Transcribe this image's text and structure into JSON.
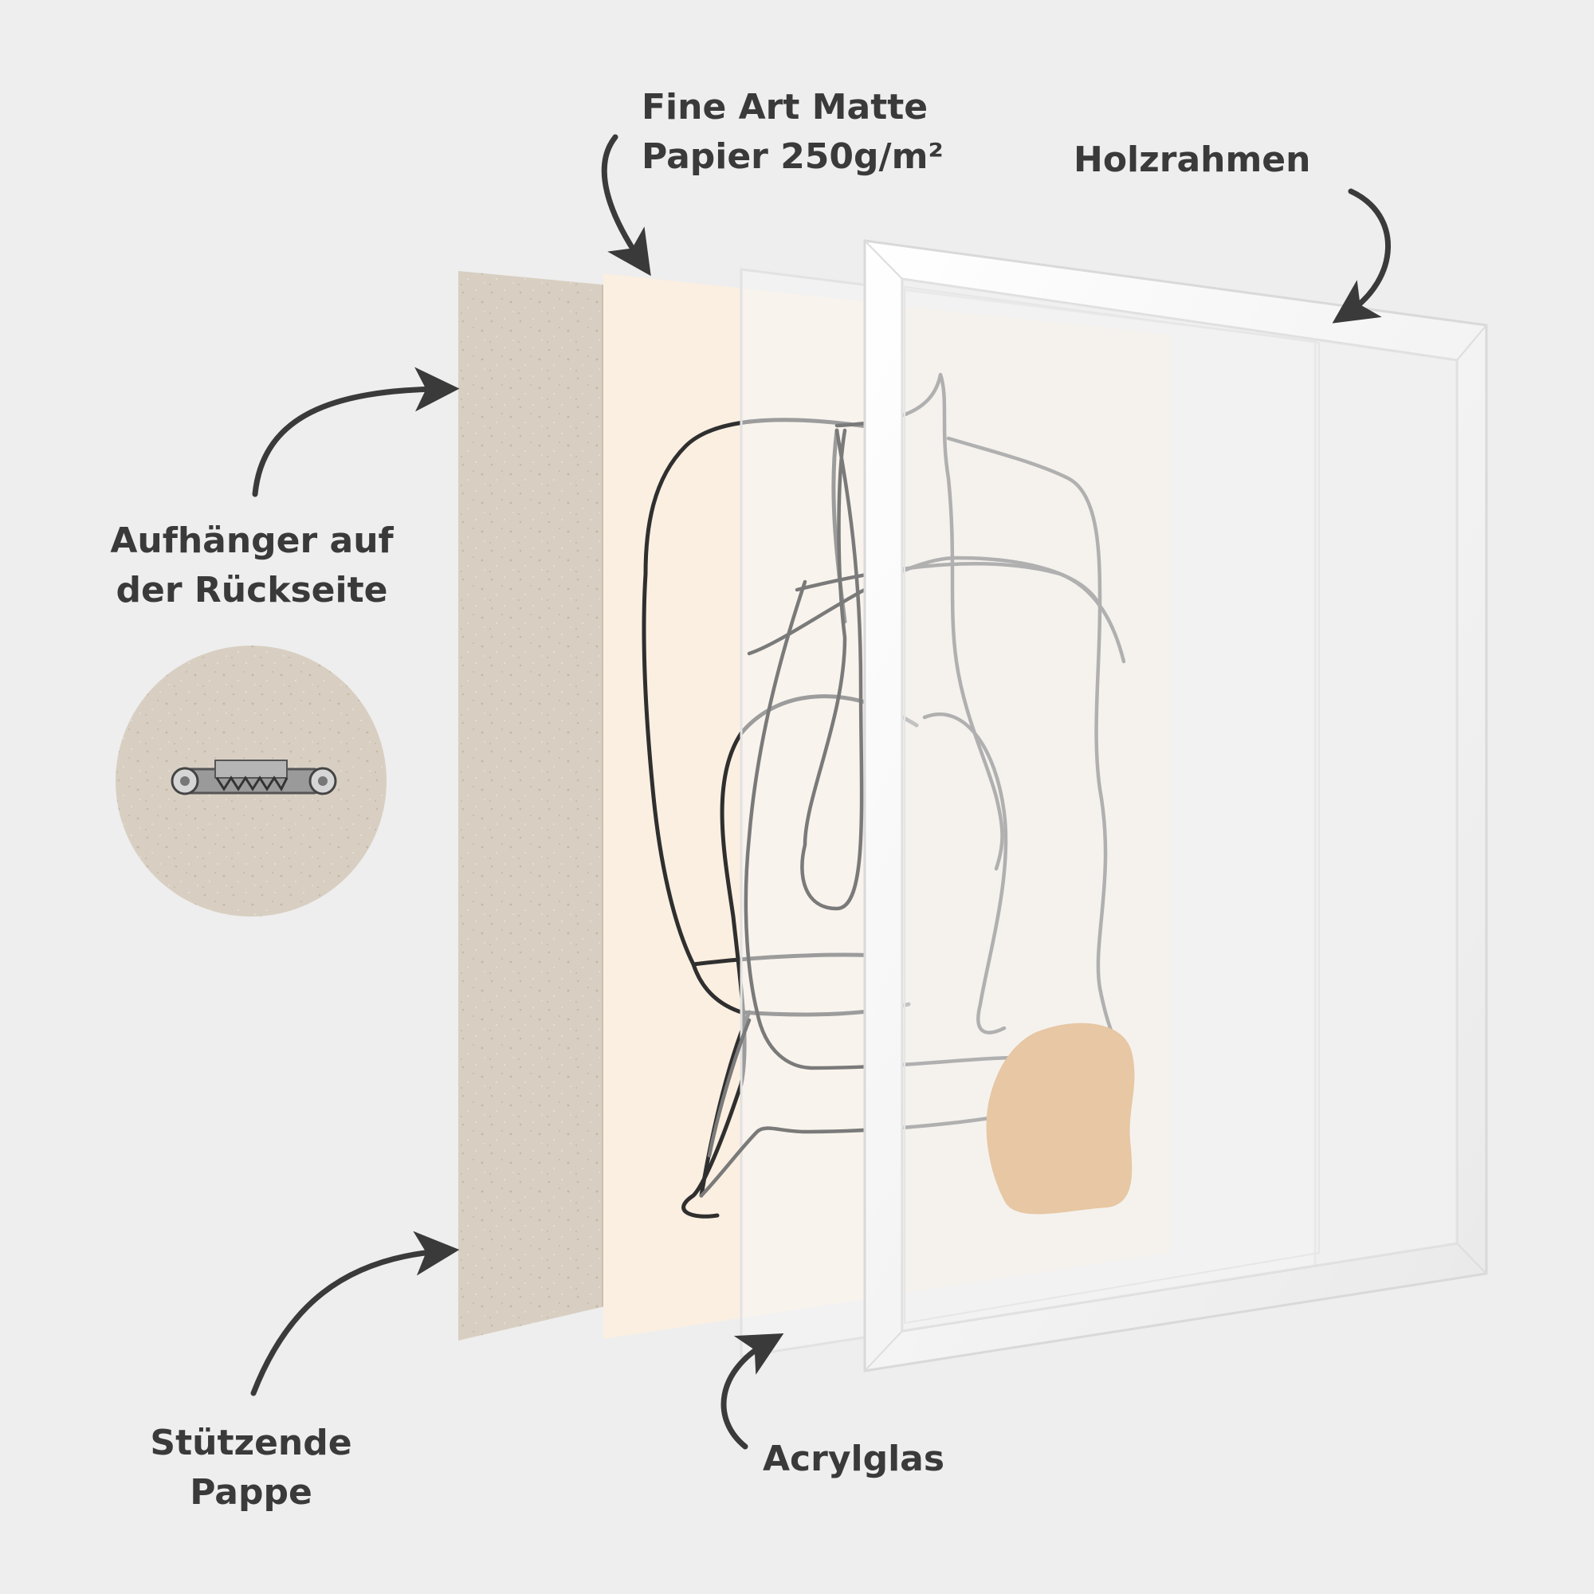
{
  "labels": {
    "paper": {
      "line1": "Fine Art Matte",
      "line2": "Papier 250g/m²"
    },
    "frame": "Holzrahmen",
    "hanger": {
      "line1": "Aufhänger auf",
      "line2": "der Rückseite"
    },
    "cardboard": {
      "line1": "Stützende",
      "line2": "Pappe"
    },
    "acrylic": "Acrylglas"
  },
  "colors": {
    "background": "#eeeeee",
    "cardboard": "#d8cfc2",
    "paper": "#fbefe1",
    "accent_orange": "#dfa565",
    "line_ink": "#2f2f2f",
    "frame": "#f7f7f7",
    "text": "#3a3a3a"
  },
  "icons": [
    "arrow-icon",
    "sawtooth-hanger-icon"
  ]
}
